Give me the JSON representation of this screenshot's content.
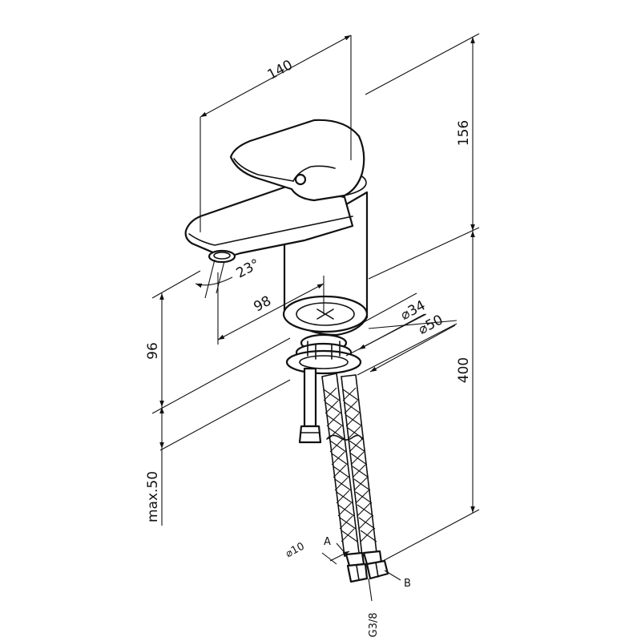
{
  "dimensions": {
    "total_depth": "140",
    "height_above_basin": "156",
    "spout_angle": "23°",
    "spout_reach": "98",
    "spout_height": "96",
    "body_diameter": "⌀34",
    "base_diameter": "⌀50",
    "hose_length": "400",
    "max_deck_thickness": "max.50",
    "hose_diameter": "⌀10",
    "connection_thread": "G3/8"
  },
  "hose_labels": {
    "hose_a": "A",
    "hose_b": "B"
  }
}
